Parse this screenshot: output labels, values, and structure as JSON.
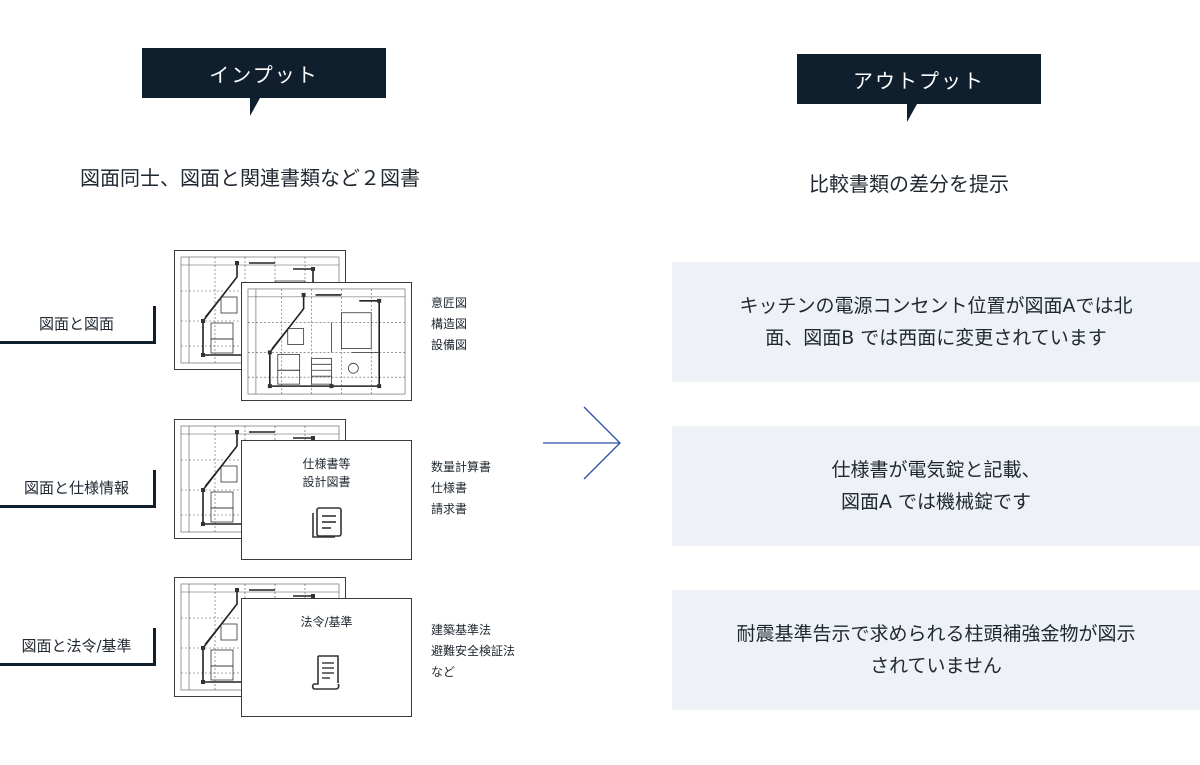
{
  "input": {
    "label": "インプット",
    "subtitle": "図面同士、図面と関連書類など２図書",
    "rows": [
      {
        "label": "図面と図面",
        "list": [
          "意匠図",
          "構造図",
          "設備図"
        ]
      },
      {
        "label": "図面と仕様情報",
        "card_lines": [
          "仕様書等",
          "設計図書"
        ],
        "card_icon": "document-list-icon",
        "list": [
          "数量計算書",
          "仕様書",
          "請求書"
        ]
      },
      {
        "label": "図面と法令/基準",
        "card_lines": [
          "法令/基準"
        ],
        "card_icon": "scroll-icon",
        "list": [
          "建築基準法",
          "避難安全検証法",
          "など"
        ]
      }
    ]
  },
  "output": {
    "label": "アウトプット",
    "subtitle": "比較書類の差分を提示",
    "results": [
      {
        "lines": [
          "キッチンの電源コンセント位置が図面Aでは北",
          "面、図面B では西面に変更されています"
        ]
      },
      {
        "lines": [
          "仕様書が電気錠と記載、",
          "図面A では機械錠です"
        ]
      },
      {
        "lines": [
          "耐震基準告示で求められる柱頭補強金物が図示",
          "されていません"
        ]
      }
    ]
  },
  "colors": {
    "navy": "#0f1f2e",
    "panel": "#eef2f6",
    "arrow": "#2a4fa8",
    "text": "#1f2730"
  }
}
